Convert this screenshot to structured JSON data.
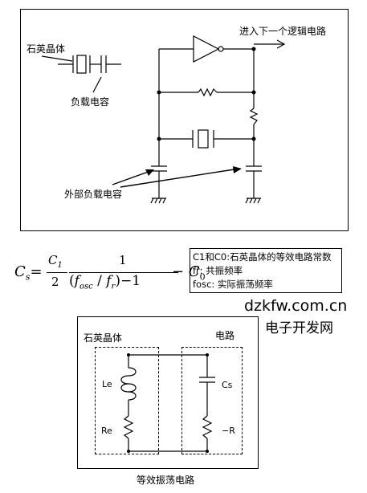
{
  "top_circuit": {
    "crystal_label": "石英晶体",
    "load_cap_label": "负载电容",
    "output_label": "进入下一个逻辑电路",
    "external_caps_label": "外部负载电容"
  },
  "formula": {
    "lhs": "C",
    "lhs_sub": "s",
    "eq": "=",
    "num1": "C",
    "num1_sub": "1",
    "den1": "2",
    "num2": "1",
    "den2_open": "(",
    "den2_fosc": "f",
    "den2_fosc_sub": "osc",
    "den2_slash": " / ",
    "den2_fr": "f",
    "den2_fr_sub": "r",
    "den2_close": ")−1",
    "minus_c0": "− C",
    "c0_sub": "0"
  },
  "notes": {
    "line1": "C1和C0:石英晶体的等效电路常数",
    "line2": "fr: 共振频率",
    "line3": "fosc: 实际振荡频率"
  },
  "watermark": {
    "domain": "dzkfw.com.cn",
    "name": "电子开发网"
  },
  "equiv_circuit": {
    "crystal_title": "石英晶体",
    "circuit_title": "电路",
    "le": "Le",
    "re": "Re",
    "cs": "Cs",
    "neg_r": "−R",
    "caption": "等效振荡电路"
  }
}
